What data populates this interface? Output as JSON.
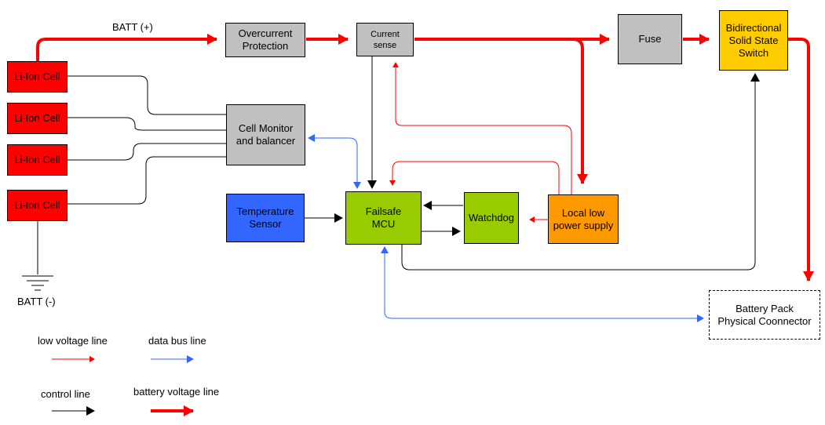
{
  "cells": [
    "Li-Ion Cell",
    "Li-Ion Cell",
    "Li-Ion Cell",
    "Li-Ion Cell"
  ],
  "blocks": {
    "overcurrent": "Overcurrent\nProtection",
    "current_sense": "Current\nsense",
    "fuse": "Fuse",
    "switch": "Bidirectional\nSolid State\nSwitch",
    "cell_monitor": "Cell Monitor\nand balancer",
    "temp_sensor": "Temperature\nSensor",
    "mcu": "Failsafe\nMCU",
    "watchdog": "Watchdog",
    "local_supply": "Local low\npower supply",
    "connector": "Battery Pack\nPhysical Coonnector"
  },
  "labels": {
    "batt_plus": "BATT (+)",
    "batt_minus": "BATT (-)"
  },
  "legend": {
    "low_voltage": "low voltage line",
    "data_bus": "data bus line",
    "control": "control line",
    "battery_voltage": "battery voltage line"
  },
  "colors": {
    "battery_line": "#ff0000",
    "low_voltage_line": "#ff0000",
    "data_bus_line": "#3366ff",
    "control_line": "#000000"
  }
}
